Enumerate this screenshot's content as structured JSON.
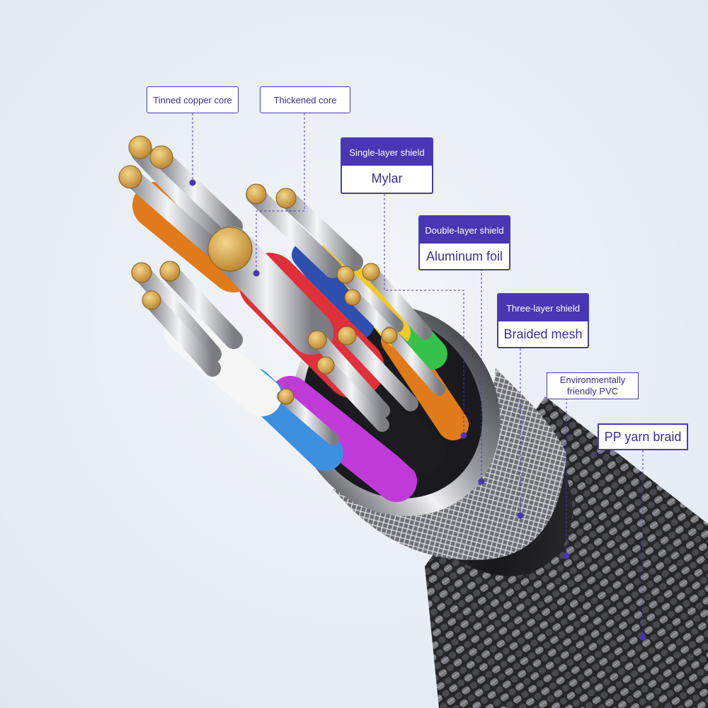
{
  "labels": {
    "tinned_copper_core": "Tinned copper core",
    "thickened_core": "Thickened core",
    "environmentally_friendly_pvc": "Environmentally friendly PVC",
    "pp_yarn_braid": "PP yarn braid"
  },
  "shields": [
    {
      "heading": "Single-layer shield",
      "material": "Mylar"
    },
    {
      "heading": "Double-layer shield",
      "material": "Aluminum foil"
    },
    {
      "heading": "Three-layer shield",
      "material": "Braided mesh"
    }
  ],
  "colors": {
    "accent": "#4a35b5",
    "label_border": "#4a3bb0",
    "label_text": "#3a2f95",
    "background": "#e8eef5",
    "copper": "#d8a84a",
    "wire_orange": "#e07a1a",
    "wire_red": "#e0303a",
    "wire_white": "#f6f6f6",
    "wire_blue": "#3d8fe0",
    "wire_purple": "#c03ad8",
    "wire_yellow": "#f2c82a",
    "wire_green": "#36c24a",
    "wire_black": "#1c1c20",
    "braid_dark": "#2c2c30"
  }
}
